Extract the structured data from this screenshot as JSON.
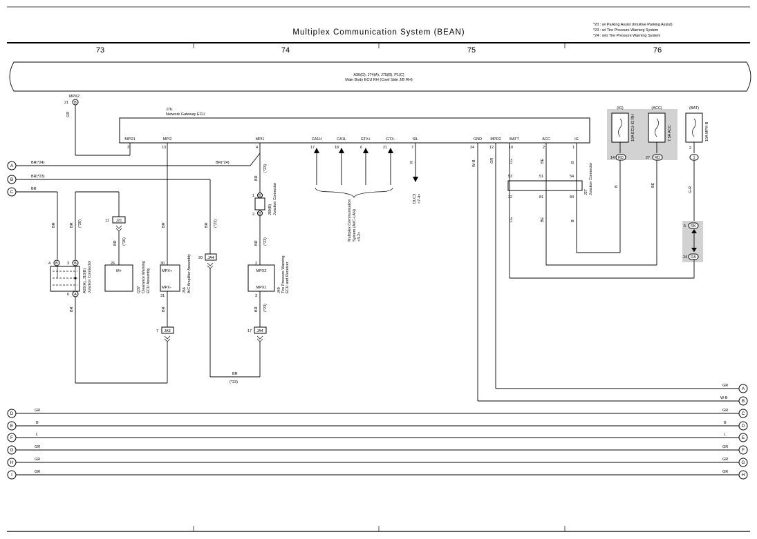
{
  "title": "Multiplex Communication System (BEAN)",
  "notes": [
    "*20 : w/ Parking Assist (Intuitive Parking Assist)",
    "*23 : w/ Tire Pressure Warning System",
    "*24 : w/o Tire Pressure Warning System"
  ],
  "columns": [
    "73",
    "74",
    "75",
    "76"
  ],
  "main_ecu": {
    "line1": "A36(D), J74(A), J75(B), P1(C)",
    "line2": "Main Body ECU RH (Cowl Side J/B RH)"
  },
  "mpx2_label": "MPX2",
  "gateway": {
    "name_line1": "J76",
    "name_line2": "Network Gateway ECU",
    "pins": [
      {
        "name": "MPD1",
        "num": "3"
      },
      {
        "name": "MPI2",
        "num": "13"
      },
      {
        "name": "MPI1",
        "num": "4"
      },
      {
        "name": "CA1H",
        "num": "17"
      },
      {
        "name": "CA1L",
        "num": "18"
      },
      {
        "name": "GTX+",
        "num": "6"
      },
      {
        "name": "GTX-",
        "num": "21"
      },
      {
        "name": "SIL",
        "num": "7"
      },
      {
        "name": "GND",
        "num": "24"
      },
      {
        "name": "MPD2",
        "num": "12"
      },
      {
        "name": "BATT",
        "num": "10"
      },
      {
        "name": "ACC",
        "num": "2"
      },
      {
        "name": "IG",
        "num": "1"
      }
    ]
  },
  "fuses": [
    {
      "label": "(IG)",
      "name": "10A ECU-IG RH",
      "conn": "RD",
      "pin": "14"
    },
    {
      "label": "(ACC)",
      "name": "7.5A ACC",
      "conn": "RD",
      "pin": "27"
    },
    {
      "label": "(BAT)",
      "name": "10A MPX-B",
      "conn": "1",
      "pin": "2"
    }
  ],
  "connectors": {
    "mpx2_conn": {
      "pin": "21",
      "code": "B"
    },
    "j21": "J21",
    "j21_pin": "11",
    "ja4_top": "JA4",
    "ja4_top_pin": "20",
    "ja3": "JA3",
    "ja3_pin": "7",
    "ja4_bot": "JA4",
    "ja4_bot_pin": "17",
    "jb_a_pin": "4",
    "jb_a_code": "B",
    "jb_b_pin": "3",
    "jb_b_code": "B",
    "jb_c_pin": "6",
    "jb_c_code": "A",
    "j80_pin1": "1",
    "j80_pin1_code": "B",
    "j80_pin2": "2",
    "j80_pin2_code": "B",
    "rk_pin": "5",
    "rk": "RK",
    "ra_pin": "24",
    "ra": "RA"
  },
  "components": {
    "junction_left": {
      "name": "A29(A), J10(B)",
      "desc": "Junction Connector"
    },
    "j80": {
      "name": "J80(B)",
      "desc": "Junction Connector"
    },
    "q37": {
      "name": "Q37",
      "desc1": "Clearance Warning",
      "desc2": "ECU Assembly",
      "pin_label": "M+",
      "pin": "26"
    },
    "j56": {
      "name": "J56",
      "desc": "A/C Amplifier Assembly",
      "p_top_label": "MPX+",
      "p_top": "30",
      "p_bot_label": "MPX-",
      "p_bot": "31"
    },
    "j49": {
      "name": "J49",
      "desc1": "Tire Pressure Warning",
      "desc2": "ECU and Receiver",
      "p_top_label": "MPX2",
      "p_top": "2",
      "p_bot_label": "MPX1",
      "p_bot": "3"
    },
    "j27": {
      "name": "J27",
      "desc": "Junction Connector",
      "top": [
        "53",
        "51",
        "54"
      ],
      "bot": [
        "22",
        "81",
        "84"
      ]
    },
    "dlc3": {
      "name": "DLC3",
      "ref": "<7-4>"
    },
    "mcs": {
      "line1": "Multiplex Communication",
      "line2": "System (AVC-LAN)",
      "ref": "<3-2>"
    }
  },
  "wire_colors": {
    "gr": "GR",
    "br": "BR",
    "br24": "BR(*24)",
    "br23": "BR(*23)",
    "r": "R",
    "wb": "W-B",
    "lg": "LG",
    "be": "BE",
    "b": "B",
    "gr_dash": "G-R",
    "s20": "(*20)",
    "s23": "(*23)",
    "s24": "(*24)"
  },
  "left_terminals": [
    {
      "code": "A",
      "label": "BR(*24)"
    },
    {
      "code": "B",
      "label": "BR(*23)"
    },
    {
      "code": "C",
      "label": "BR"
    }
  ],
  "right_terminals": [
    {
      "code": "A",
      "label": "GR"
    },
    {
      "code": "B",
      "label": "W-B"
    }
  ],
  "bus_lines": [
    {
      "left": "D",
      "wire": "GR",
      "right": "C"
    },
    {
      "left": "E",
      "wire": "B",
      "right": "D"
    },
    {
      "left": "F",
      "wire": "L",
      "right": "E"
    },
    {
      "left": "G",
      "wire": "GR",
      "right": "F"
    },
    {
      "left": "H",
      "wire": "GR",
      "right": "G"
    },
    {
      "left": "I",
      "wire": "GR",
      "right": "H"
    }
  ]
}
